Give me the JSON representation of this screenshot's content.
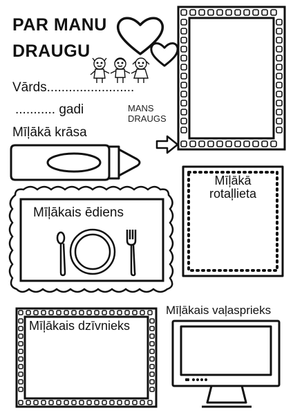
{
  "title": {
    "line1": "PAR MANU",
    "line2": "DRAUGU"
  },
  "fields": {
    "name_label": "Vārds........................",
    "age_label": "........... gadi",
    "fav_color_label": "Mīļākā krāsa"
  },
  "arrow_label": {
    "line1": "MANS",
    "line2": "DRAUGS"
  },
  "boxes": {
    "fav_toy_line1": "Mīļākā",
    "fav_toy_line2": "rotaļlieta",
    "fav_food": "Mīļākais ēdiens",
    "fav_animal": "Mīļākais dzīvnieks",
    "fav_hobby": "Mīļākais vaļasprieks"
  }
}
